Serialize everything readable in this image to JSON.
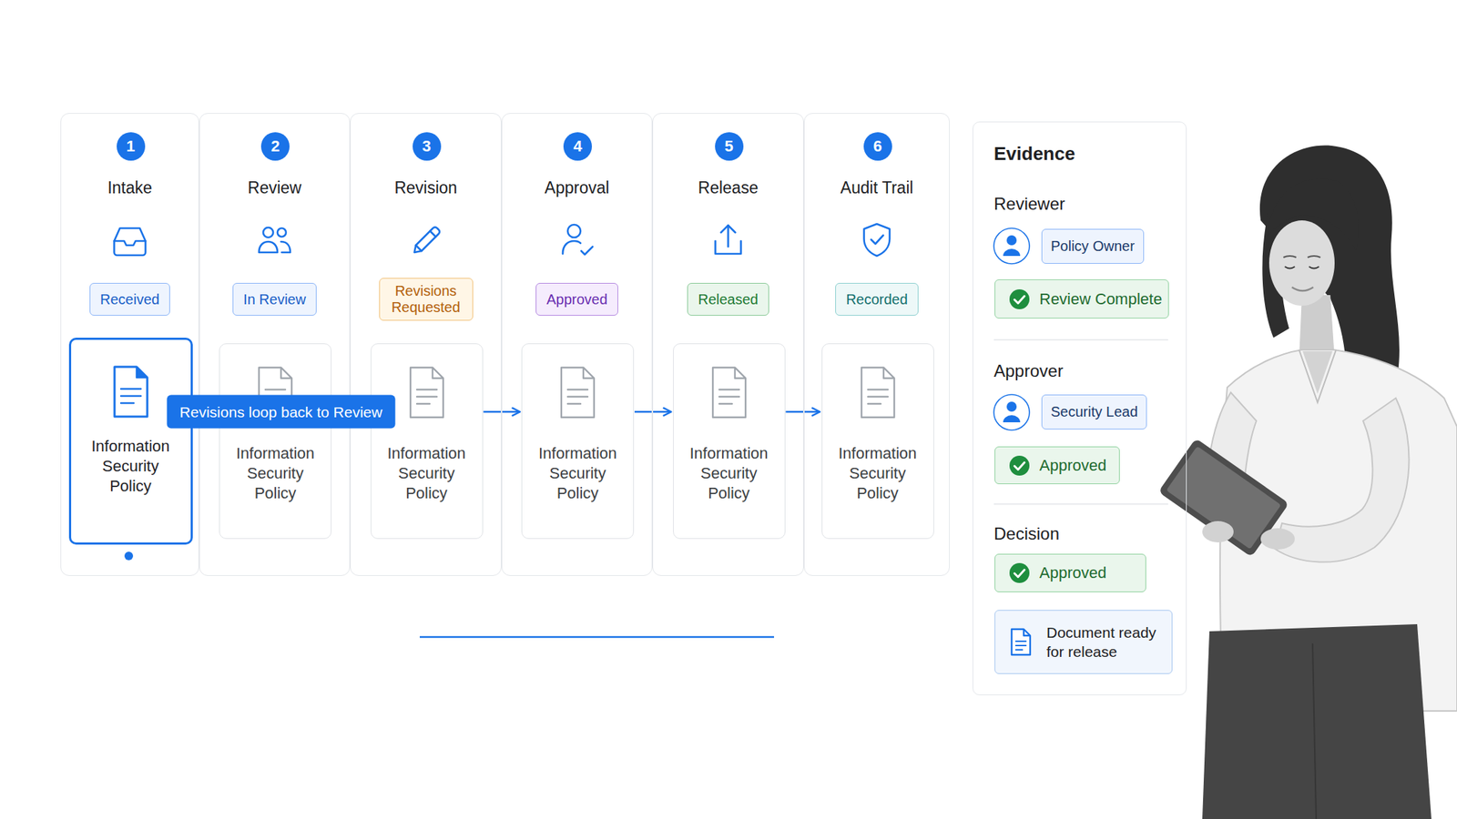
{
  "diagram": {
    "nodes": [
      {
        "text": [
          "Intake"
        ]
      },
      {
        "text": [
          "1"
        ],
        "in": 0
      },
      {
        "text": [
          "Received"
        ],
        "in": 0
      },
      {
        "text": [
          "Information Security Policy"
        ],
        "in": 0
      },
      {
        "text": [
          "Review"
        ]
      },
      {
        "text": [
          "2"
        ],
        "in": 4
      },
      {
        "text": [
          "In Review"
        ],
        "in": 4
      },
      {
        "text": [
          "Information Security Policy"
        ],
        "in": 4
      },
      {
        "text": [
          "Revision"
        ]
      },
      {
        "text": [
          "3"
        ],
        "in": 8
      },
      {
        "text": [
          "Revisions Requested"
        ],
        "in": 8
      },
      {
        "text": [
          "Information Security Policy"
        ],
        "in": 8
      },
      {
        "text": [
          "Approval"
        ]
      },
      {
        "text": [
          "4"
        ],
        "in": 12
      },
      {
        "text": [
          "Approved"
        ],
        "in": 12
      },
      {
        "text": [
          "Information Security Policy"
        ],
        "in": 12
      },
      {
        "text": [
          "Release"
        ]
      },
      {
        "text": [
          "5"
        ],
        "in": 16
      },
      {
        "text": [
          "Released"
        ],
        "in": 16
      },
      {
        "text": [
          "Information Security Policy"
        ],
        "in": 16
      },
      {
        "text": [
          "Audit Trail"
        ]
      },
      {
        "text": [
          "6"
        ],
        "in": 20
      },
      {
        "text": [
          "Recorded"
        ],
        "in": 20
      },
      {
        "text": [
          "Information Security Policy"
        ],
        "in": 20
      },
      {
        "text": [
          "Evidence"
        ]
      },
      {
        "text": [
          "Policy Owner"
        ],
        "in": 24
      },
      {
        "text": [
          "Review Complete"
        ],
        "in": 24
      },
      {
        "text": [
          "Security Lead"
        ],
        "in": 24
      },
      {
        "text": [
          "Approved"
        ],
        "in": 24
      },
      {
        "text": [
          "Approved"
        ],
        "in": 24
      },
      {
        "text": [
          "Document ready for release"
        ],
        "in": 24
      }
    ],
    "edges": [
      {
        "from": 3,
        "to": 7,
        "arrow": "to"
      },
      {
        "from": 7,
        "to": 11,
        "arrow": "to"
      },
      {
        "from": 11,
        "to": 15,
        "arrow": "to"
      },
      {
        "from": 15,
        "to": 19,
        "arrow": "to"
      },
      {
        "from": 19,
        "to": 23,
        "arrow": "to"
      },
      {
        "from": 3,
        "to": 11,
        "label": "Revisions loop back to Review",
        "arrow": "to"
      }
    ],
    "labels": [
      "Reviewer",
      "Approver",
      "Decision"
    ]
  }
}
